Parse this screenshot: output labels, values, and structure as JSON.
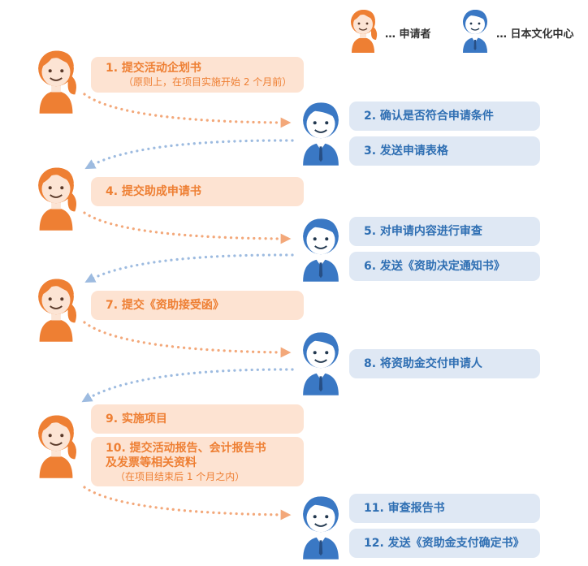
{
  "legend": {
    "applicant": "… 申请者",
    "center": "… 日本文化中心"
  },
  "steps": [
    {
      "label": "1. 提交活动企划书",
      "note": "（原则上，在项目实施开始 2 个月前）"
    },
    {
      "label": "2. 确认是否符合申请条件"
    },
    {
      "label": "3. 发送申请表格"
    },
    {
      "label": "4. 提交助成申请书"
    },
    {
      "label": "5. 对申请内容进行审查"
    },
    {
      "label": "6. 发送《资助决定通知书》"
    },
    {
      "label": "7. 提交《资助接受函》"
    },
    {
      "label": "8. 将资助金交付申请人"
    },
    {
      "label": "9. 实施项目"
    },
    {
      "label_line1": "10. 提交活动报告、会计报告书",
      "label_line2": "及发票等相关资料",
      "note": "（在项目结束后 1 个月之内）"
    },
    {
      "label": "11. 审查报告书"
    },
    {
      "label": "12. 发送《资助金支付确定书》"
    }
  ],
  "colors": {
    "applicant": "#ee7f33",
    "applicant_box": "#fde3d2",
    "center": "#3a78c4",
    "center_box": "#dfe8f4",
    "arrow_orange": "#f3a87a",
    "arrow_blue": "#9dbbe0"
  },
  "icons": {
    "applicant": "applicant-woman-icon",
    "center": "staff-man-icon"
  }
}
